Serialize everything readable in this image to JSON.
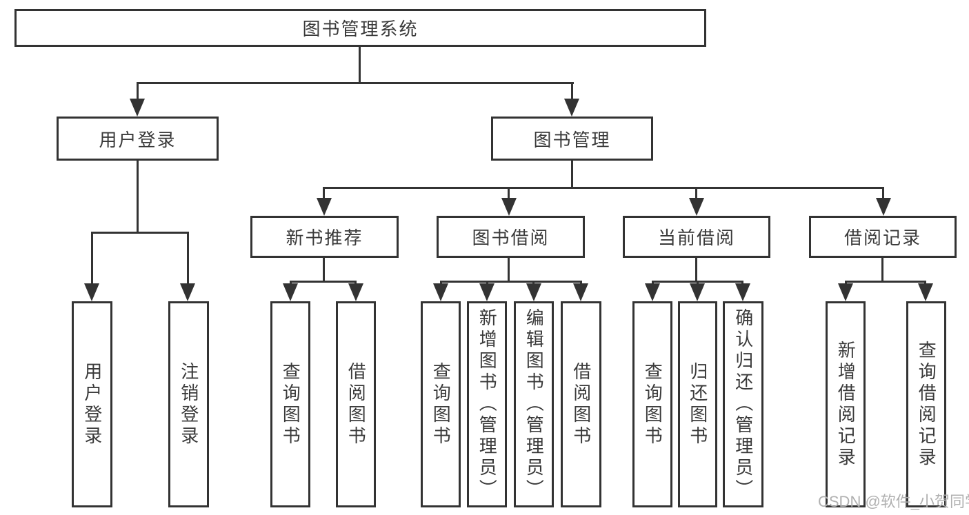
{
  "colors": {
    "line": "#333333",
    "text": "#3a3a3a",
    "box_bg": "#ffffff",
    "watermark": "#b0b0b0",
    "background": "#ffffff"
  },
  "nodes": {
    "root": "图书管理系统",
    "user_login": "用户登录",
    "book_mgmt": "图书管理",
    "new_book_rec": "新书推荐",
    "book_borrow": "图书借阅",
    "current_borrow": "当前借阅",
    "borrow_record": "借阅记录",
    "leaf_user_login": "用户登录",
    "leaf_logout": "注销登录",
    "leaf_nb_query": "查询图书",
    "leaf_nb_borrow": "借阅图书",
    "leaf_bb_query": "查询图书",
    "leaf_bb_add": "新增图书（管理员）",
    "leaf_bb_edit": "编辑图书（管理员）",
    "leaf_bb_borrow": "借阅图书",
    "leaf_cb_query": "查询图书",
    "leaf_cb_return": "归还图书",
    "leaf_cb_confirm": "确认归还（管理员）",
    "leaf_br_add": "新增借阅记录",
    "leaf_br_query": "查询借阅记录"
  },
  "watermark": "CSDN @软件_小贺同学"
}
